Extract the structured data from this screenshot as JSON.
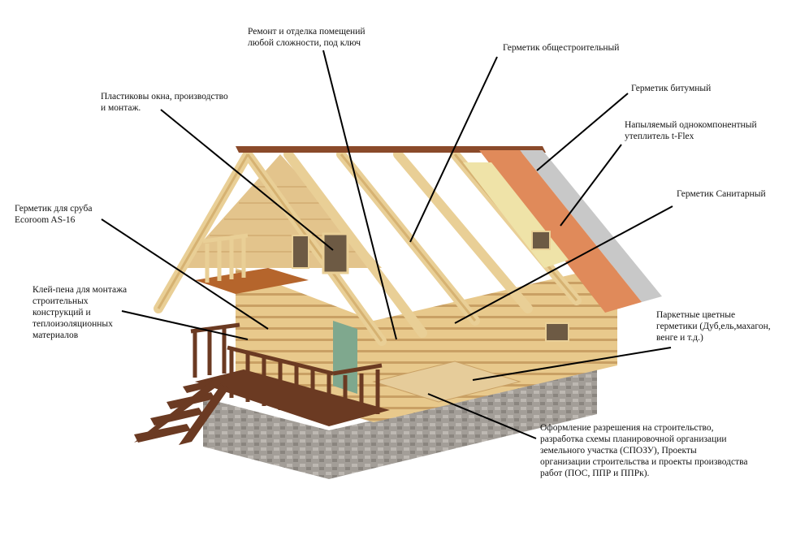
{
  "labels": {
    "renovation": "Ремонт и отделка помещений\nлюбой сложности, под ключ",
    "general_sealant": "Герметик общестроительный",
    "windows": "Пластиковы окна, производство\nи монтаж.",
    "bitumen_sealant": "Герметик битумный",
    "tflex": "Напыляемый однокомпонентный\nутеплитель t-Flex",
    "sanitary_sealant": "Герметик Санитарный",
    "log_sealant": "Герметик для сруба\nEcoroom AS-16",
    "glue_foam": "Клей-пена для монтажа\nстроительных\nконструкций и\nтеплоизоляционных\nматериалов",
    "parquet_sealant": "Паркетные цветные\nгерметики (Дуб,ель,махагон,\nвенге и т.д.)",
    "permits": "Оформление разрешения на строительство,\nразработка схемы планировочной организации\nземельного участка (СПОЗУ), Проекты\nорганизации строительства и проекты производства\nработ (ПОС, ППР и ППРк)."
  },
  "colors": {
    "wood_light": "#f0d8a0",
    "wood_mid": "#dcb878",
    "wood_dark": "#b88a4a",
    "roof_orange": "#e08a5a",
    "roof_grey": "#c8c8c8",
    "deck_brown": "#6b3a22",
    "stone": "#9a9590",
    "door_green": "#7fa88e"
  }
}
